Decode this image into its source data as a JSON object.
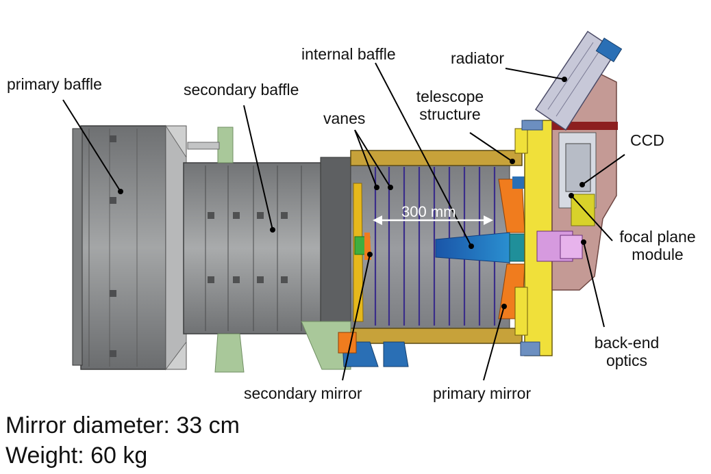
{
  "labels": {
    "primary_baffle": "primary baffle",
    "secondary_baffle": "secondary baffle",
    "internal_baffle": "internal baffle",
    "radiator": "radiator",
    "telescope_structure_1": "telescope",
    "telescope_structure_2": "structure",
    "vanes": "vanes",
    "ccd": "CCD",
    "focal_plane_1": "focal plane",
    "focal_plane_2": "module",
    "back_end_1": "back-end",
    "back_end_2": "optics",
    "secondary_mirror": "secondary mirror",
    "primary_mirror": "primary mirror",
    "dimension": "300 mm"
  },
  "specs": {
    "mirror_diameter": "Mirror diameter: 33 cm",
    "weight": "Weight: 60 kg"
  },
  "colors": {
    "baffle_gray": "#8c8e8f",
    "structure_gold": "#c7a23a",
    "mount_yellow": "#f0e03a",
    "fpm_pink": "#c49a95",
    "lens_blue": "#1f5fb0",
    "mirror_orange": "#f07c1e"
  }
}
